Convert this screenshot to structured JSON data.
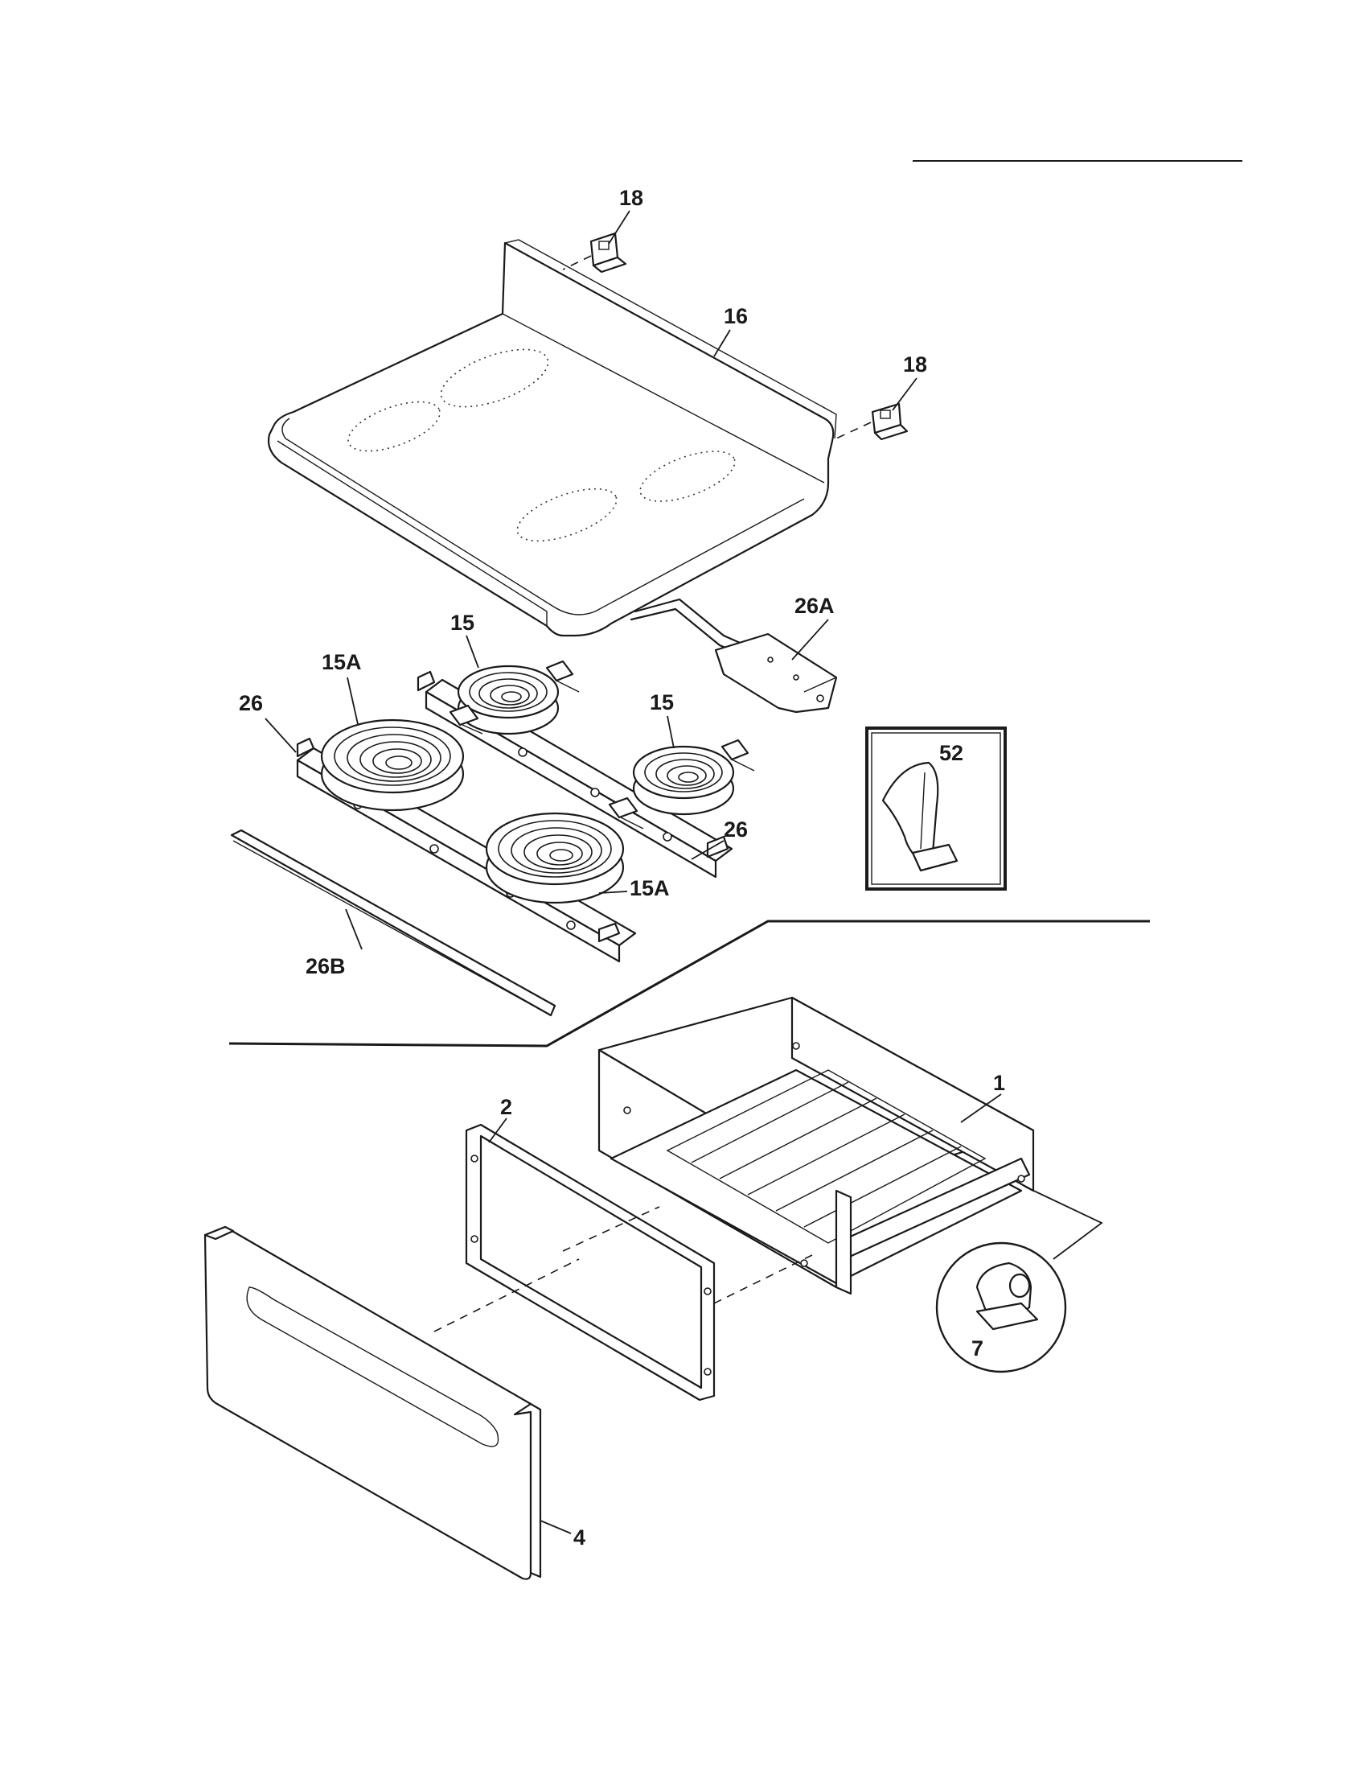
{
  "callouts": {
    "c18a": "18",
    "c16": "16",
    "c18b": "18",
    "c15a": "15",
    "c26a": "26A",
    "c15Aa": "15A",
    "c26a_left": "26",
    "c15b": "15",
    "c52": "52",
    "c26b_right": "26",
    "c15Ab": "15A",
    "c26B": "26B",
    "c1": "1",
    "c2": "2",
    "c7": "7",
    "c4": "4"
  }
}
